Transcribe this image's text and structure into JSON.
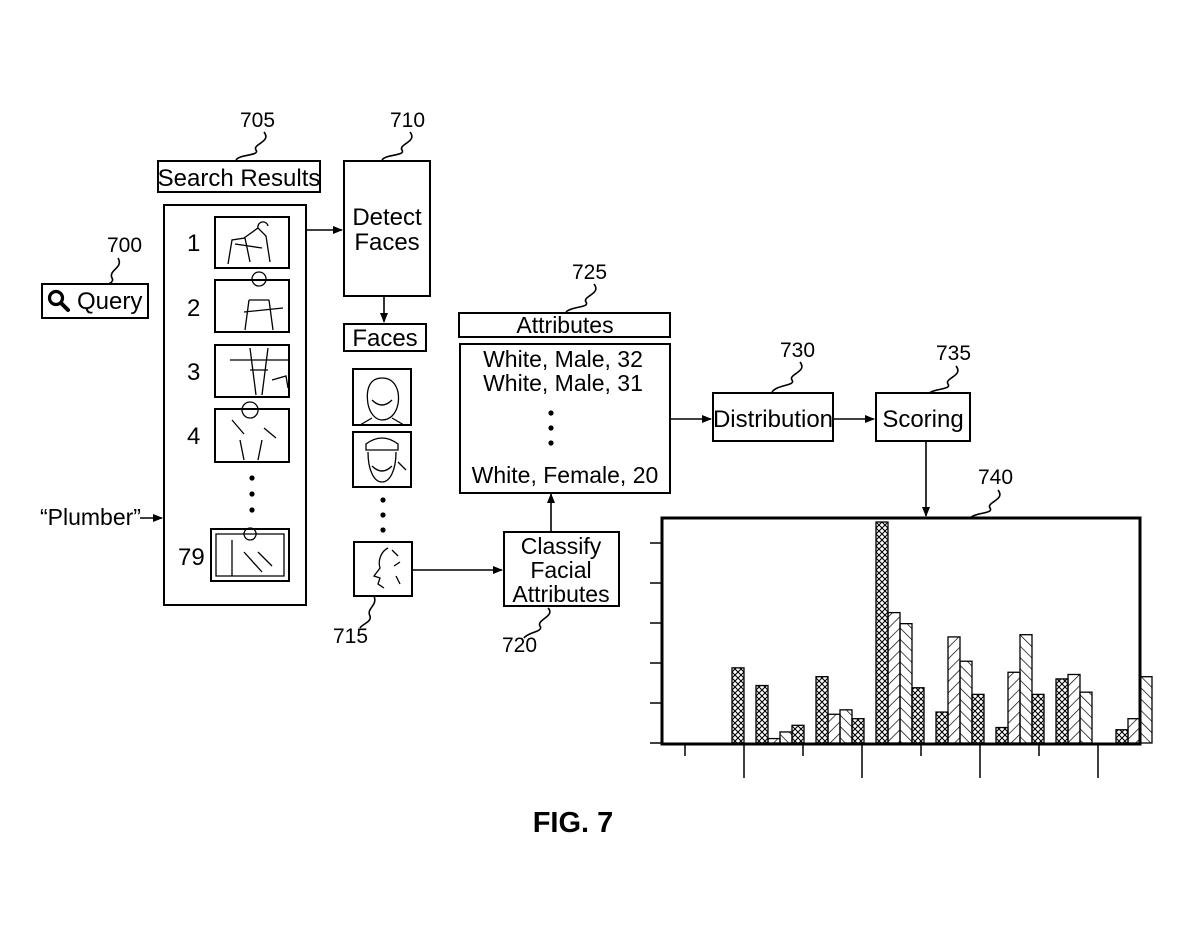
{
  "figure": {
    "caption": "FIG. 7"
  },
  "query": {
    "label": "Query",
    "icon": "magnifier-icon",
    "ref": "700",
    "search_term": "“Plumber”"
  },
  "search_results": {
    "label": "Search Results",
    "ref": "705",
    "items": [
      {
        "rank": "1"
      },
      {
        "rank": "2"
      },
      {
        "rank": "3"
      },
      {
        "rank": "4"
      },
      {
        "rank": "79"
      }
    ]
  },
  "detect_faces": {
    "label_lines": [
      "Detect",
      "Faces"
    ],
    "ref": "710"
  },
  "faces": {
    "label": "Faces",
    "ref": "715"
  },
  "classify": {
    "label_lines": [
      "Classify",
      "Facial",
      "Attributes"
    ],
    "ref": "720"
  },
  "attributes": {
    "label": "Attributes",
    "ref": "725",
    "entries": [
      "White, Male, 32",
      "White, Male, 31",
      "White, Female, 20"
    ]
  },
  "distribution": {
    "label": "Distribution",
    "ref": "730"
  },
  "scoring": {
    "label": "Scoring",
    "ref": "735"
  },
  "chart": {
    "ref": "740",
    "patterns": [
      "crosshatch",
      "diagonal-right",
      "diagonal-left",
      "crosshatch"
    ],
    "groups": [
      {
        "values": [
          0.0,
          0.0,
          0.0,
          0.34
        ]
      },
      {
        "values": [
          0.26,
          0.02,
          0.05,
          0.08
        ]
      },
      {
        "values": [
          0.3,
          0.13,
          0.15,
          0.11
        ]
      },
      {
        "values": [
          1.0,
          0.59,
          0.54,
          0.25
        ]
      },
      {
        "values": [
          0.14,
          0.48,
          0.37,
          0.22
        ]
      },
      {
        "values": [
          0.07,
          0.32,
          0.49,
          0.22
        ]
      },
      {
        "values": [
          0.29,
          0.31,
          0.23,
          0.0
        ]
      },
      {
        "values": [
          0.06,
          0.11,
          0.3,
          0.0
        ]
      }
    ]
  }
}
